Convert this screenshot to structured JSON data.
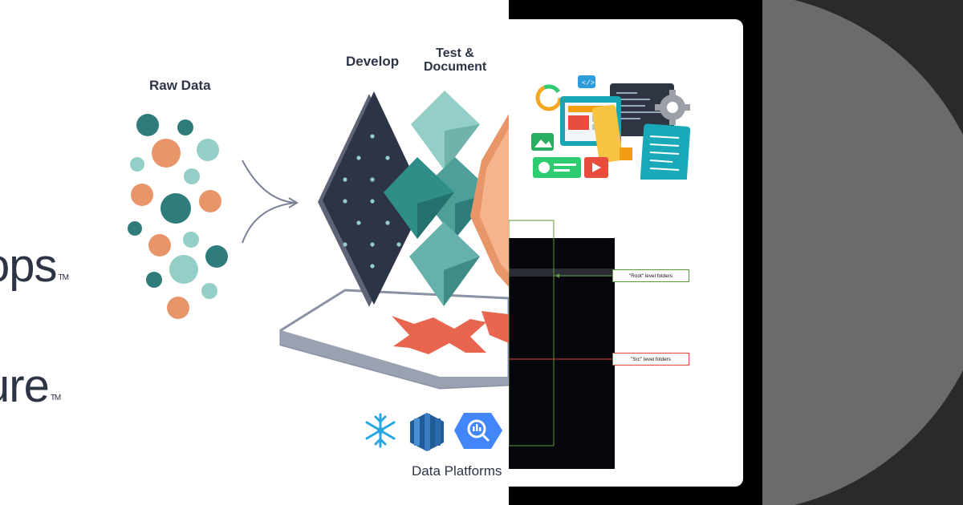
{
  "left_panel": {
    "brand_lines": [
      "ops",
      "ure"
    ],
    "trademark": "TM",
    "raw_data_label": "Raw Data",
    "develop_label": "Develop",
    "test_label_line1": "Test &",
    "test_label_line2": "Document",
    "platforms_label": "Data Platforms",
    "colors": {
      "dark": "#2c3446",
      "teal": "#2f7d7a",
      "light_teal": "#94cfc7",
      "orange": "#e89669"
    }
  },
  "middle_panel": {
    "callouts": [
      {
        "text": "\"Root\" level folders",
        "color": "#5a9a3a"
      },
      {
        "text": "\"Src\" level folders",
        "color": "#d8463a"
      }
    ],
    "icons": [
      "code-window-icon",
      "gear-icon",
      "donut-chart-icon",
      "image-icon",
      "user-card-icon",
      "play-button-icon",
      "document-icon"
    ]
  },
  "right_panel": {
    "colors": {
      "circle": "#6b6b6b",
      "background": "#2a2a2a"
    }
  }
}
